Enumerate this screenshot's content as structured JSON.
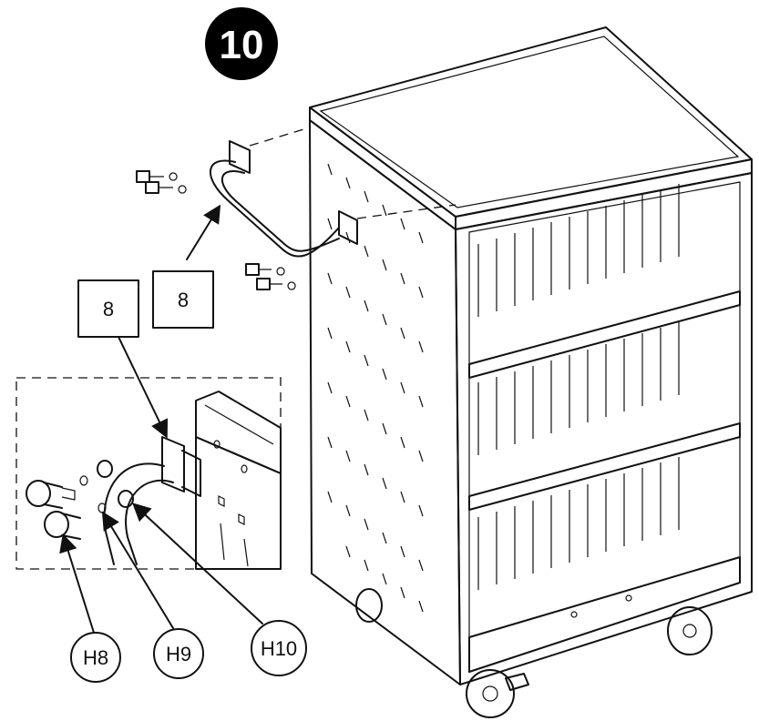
{
  "step": {
    "number": "10"
  },
  "part_labels": {
    "handle_main": "8",
    "handle_detail": "8"
  },
  "hardware_labels": {
    "h8": "H8",
    "h9": "H9",
    "h10": "H10"
  },
  "colors": {
    "line": "#111111",
    "background": "#ffffff",
    "step_badge": "#000000"
  }
}
